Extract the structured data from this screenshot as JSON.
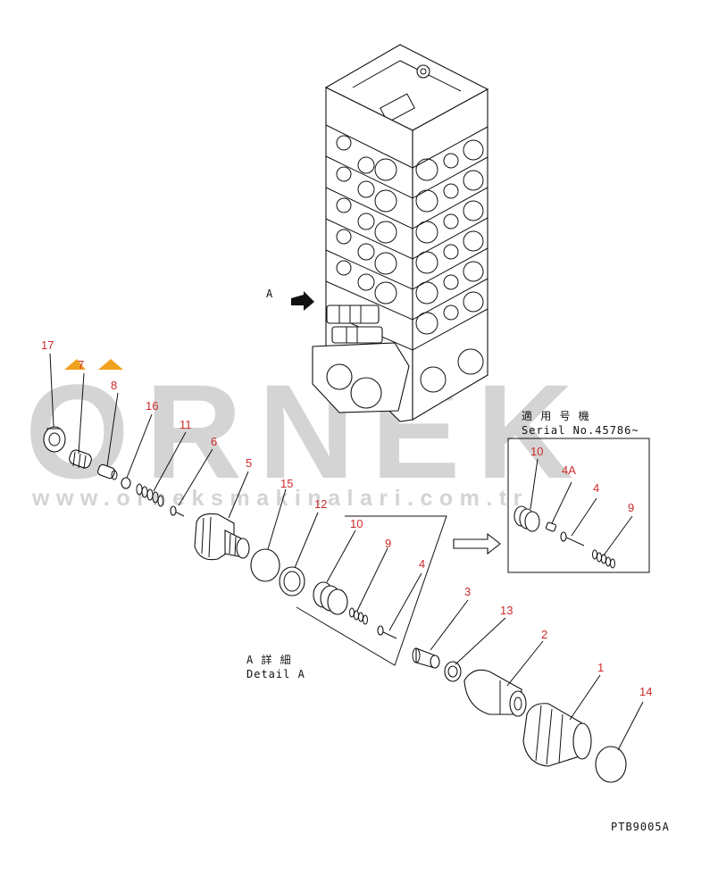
{
  "watermark": {
    "brand": "ORNEK",
    "url": "www.orneksmakinalari.com.tr",
    "accent_color": "#f0a21e",
    "brand_color": "#d4d4d4"
  },
  "view_label": "A",
  "detail_label": {
    "jp": "A 詳 細",
    "en": "Detail A"
  },
  "serial_note": {
    "jp": "適 用 号 機",
    "en": "Serial No.45786~"
  },
  "drawing_code": "PTB9005A",
  "part_numbers": [
    "17",
    "7",
    "8",
    "16",
    "11",
    "6",
    "5",
    "15",
    "12",
    "10",
    "9",
    "4",
    "3",
    "13",
    "2",
    "1",
    "14"
  ],
  "inset_part_numbers": [
    "10",
    "4A",
    "4",
    "9"
  ],
  "colors": {
    "callout": "#cc2a2a",
    "line": "#111111"
  }
}
